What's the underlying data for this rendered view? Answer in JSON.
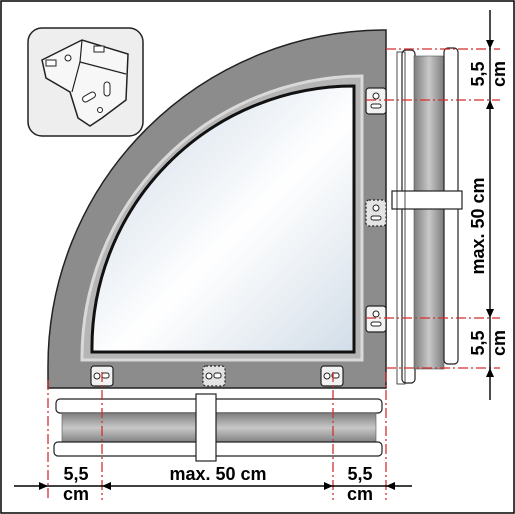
{
  "dimensions": {
    "bottom": {
      "left_offset_value": "5,5",
      "left_offset_unit": "cm",
      "max_span": "max. 50 cm",
      "right_offset_value": "5,5",
      "right_offset_unit": "cm"
    },
    "right": {
      "top_offset_value": "5,5",
      "top_offset_unit": "cm",
      "max_span": "max. 50 cm",
      "bottom_offset_value": "5,5",
      "bottom_offset_unit": "cm"
    }
  },
  "colors": {
    "frame": "#8c8c8c",
    "glass": "#dde6ef",
    "dash_line": "#d32f2f",
    "blind_fabric": "#a9a9a9",
    "outline": "#000000"
  },
  "icons": {
    "detail_inset": "mounting-bracket-icon",
    "bracket": "bracket-icon"
  }
}
